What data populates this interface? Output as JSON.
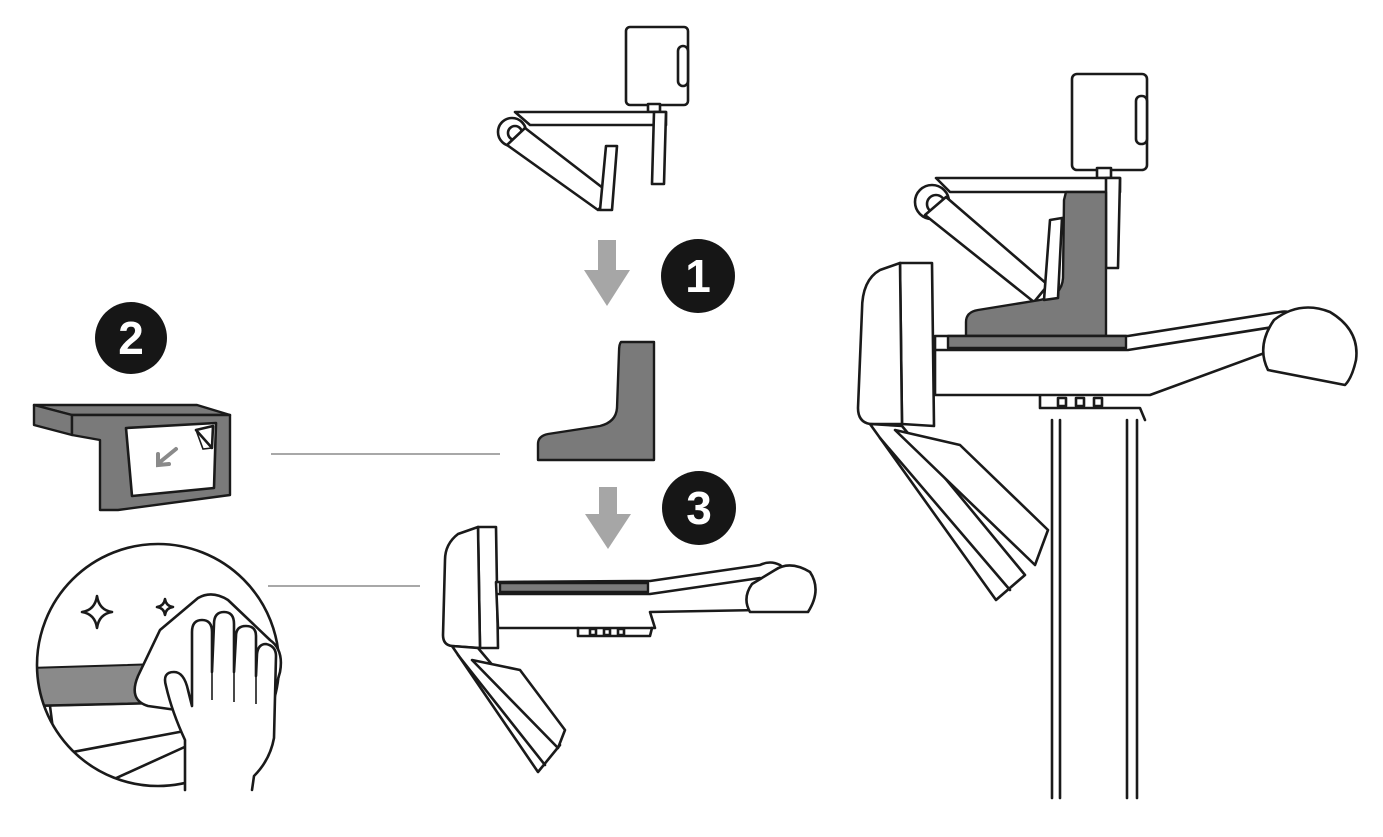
{
  "steps": {
    "step1": {
      "number": "1"
    },
    "step2": {
      "number": "2"
    },
    "step3": {
      "number": "3"
    }
  },
  "colors": {
    "ink": "#1a1a1a",
    "pad_grey": "#7a7a7a",
    "arrow_grey": "#a6a6a6",
    "connector_grey": "#a8a8a8",
    "badge_fill": "#161616",
    "background": "#ffffff"
  },
  "icons": [
    "webcam",
    "down-arrow",
    "mounting-pad",
    "adhesive-film",
    "cleaning-cloth",
    "hand",
    "sparkle",
    "monitor-cross-section"
  ]
}
